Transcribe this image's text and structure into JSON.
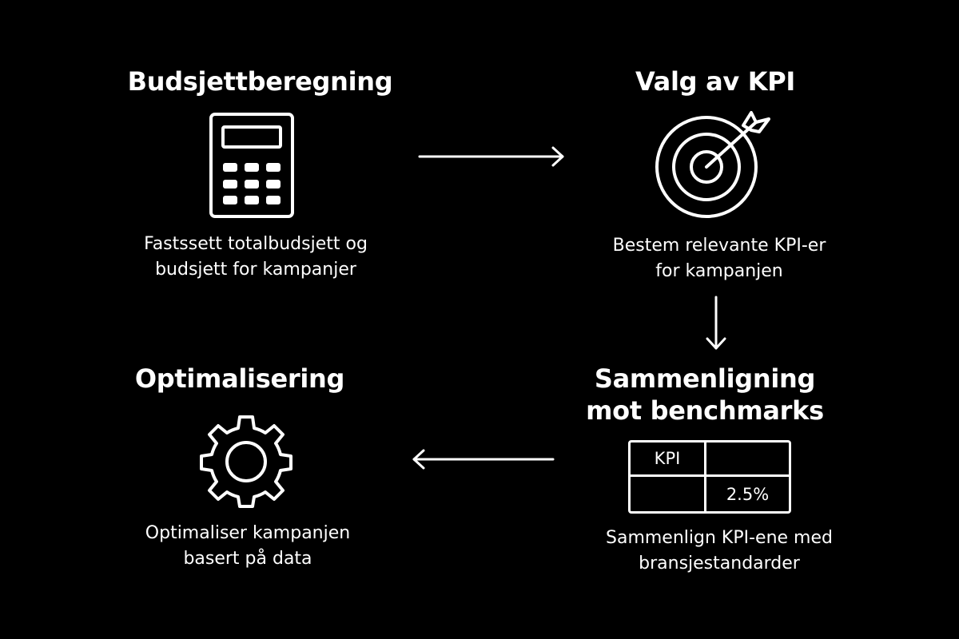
{
  "steps": [
    {
      "id": "budget",
      "title": "Budsjettberegning",
      "icon": "calculator-icon",
      "desc_lines": [
        "Fastssett totalbudsjett og",
        "budsjett for kampanjer"
      ]
    },
    {
      "id": "kpi",
      "title": "Valg av KPI",
      "icon": "target-arrow-icon",
      "desc_lines": [
        "Bestem relevante KPI-er",
        "for kampanjen"
      ]
    },
    {
      "id": "benchmark",
      "title_lines": [
        "Sammenligning",
        "mot benchmarks"
      ],
      "icon": "kpi-table-icon",
      "table": {
        "cells": [
          "KPI",
          "",
          "",
          "2.5%"
        ]
      },
      "desc_lines": [
        "Sammenlign KPI-ene med",
        "bransjestandarder"
      ]
    },
    {
      "id": "optimize",
      "title": "Optimalisering",
      "icon": "gear-icon",
      "desc_lines": [
        "Optimaliser kampanjen",
        "basert på data"
      ]
    }
  ],
  "connectors": [
    {
      "from": "budget",
      "to": "kpi",
      "direction": "right"
    },
    {
      "from": "kpi",
      "to": "benchmark",
      "direction": "down"
    },
    {
      "from": "benchmark",
      "to": "optimize",
      "direction": "left"
    }
  ],
  "colors": {
    "background": "#000000",
    "foreground": "#ffffff"
  }
}
